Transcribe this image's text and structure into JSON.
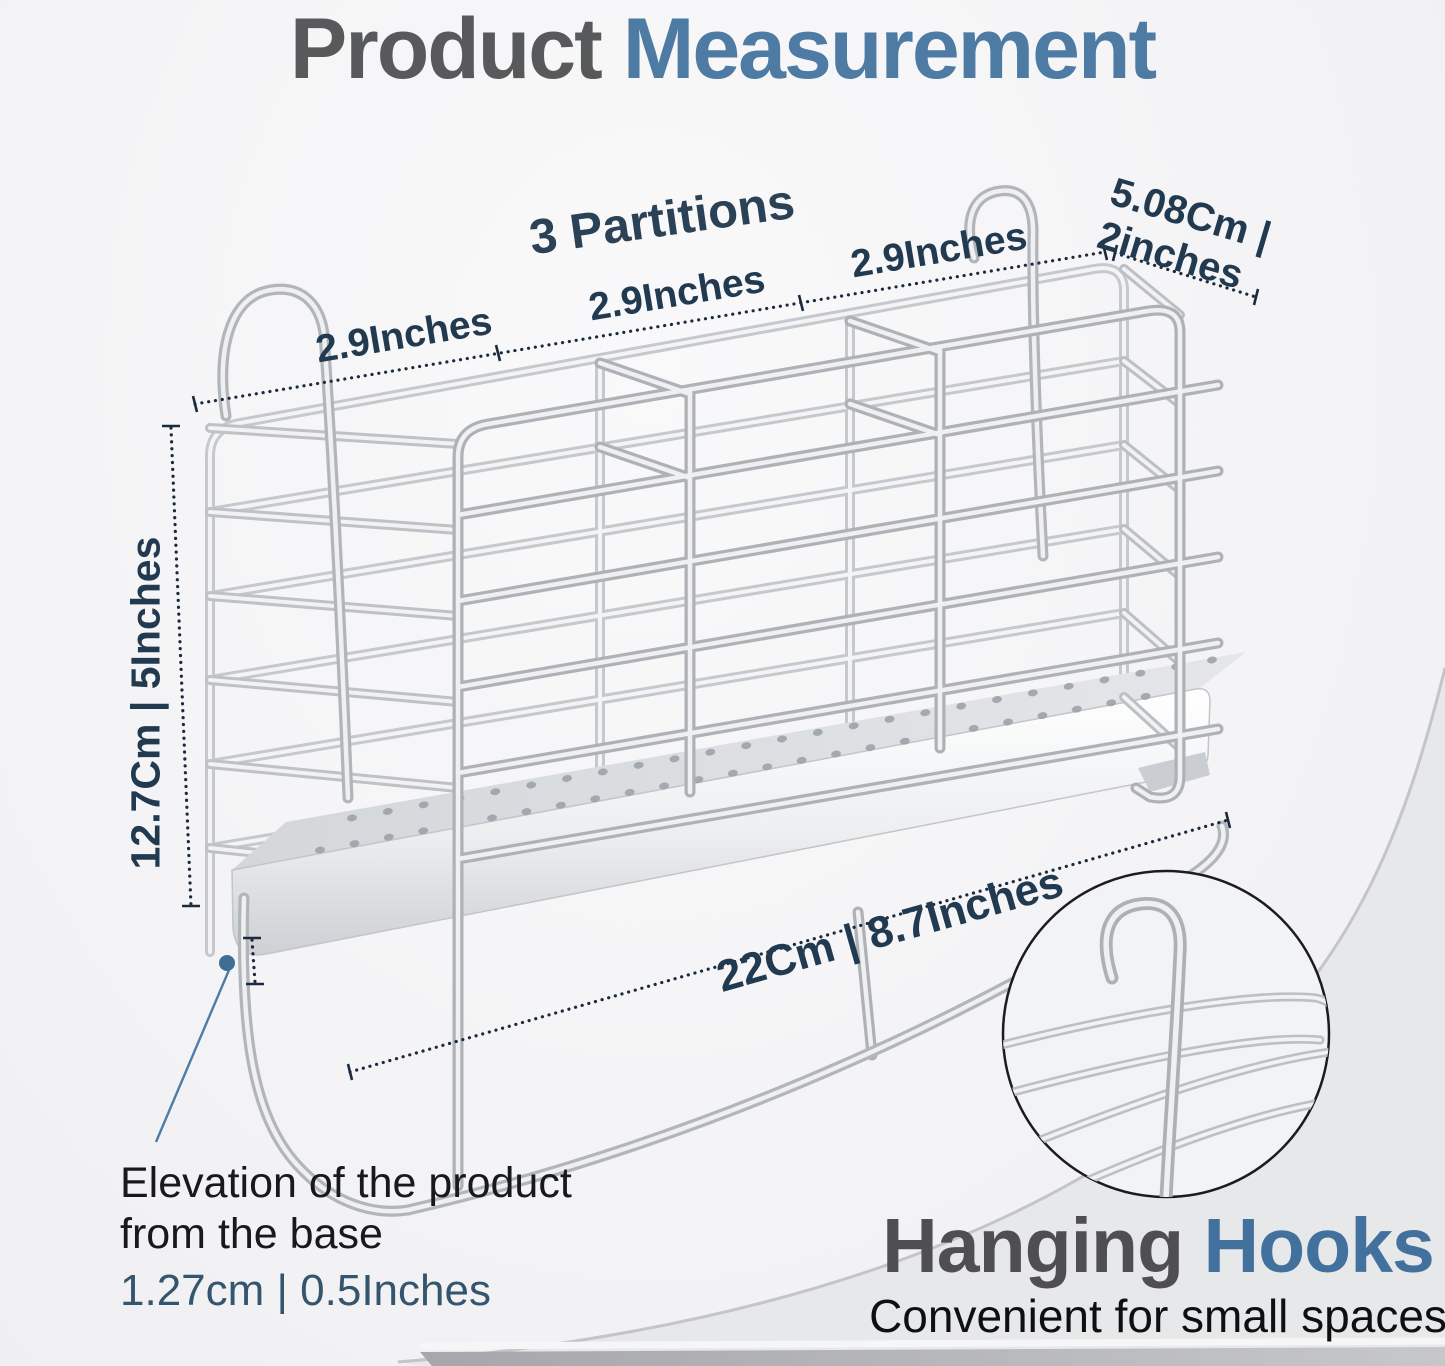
{
  "title": {
    "part1": "Product",
    "part2": "Measurement"
  },
  "partitions": {
    "label": "3 Partitions",
    "segment_labels": [
      "2.9Inches",
      "2.9Inches",
      "2.9Inches"
    ]
  },
  "dimensions": {
    "width": {
      "line1": "5.08Cm |",
      "line2": "2inches"
    },
    "height": "12.7Cm | 5Inches",
    "length": "22Cm | 8.7Inches",
    "elevation": {
      "desc_line1": "Elevation of the product",
      "desc_line2": "from the base",
      "value": "1.27cm | 0.5Inches"
    }
  },
  "inset": {
    "heading_part1": "Hanging",
    "heading_part2": "Hooks",
    "subheading": "Convenient for small spaces"
  },
  "colors": {
    "title_gray": "#58595b",
    "accent_blue": "#4d7ba4",
    "label_navy": "#223a50",
    "dim_line_navy": "#1b2b3d",
    "text_dark": "#17191e",
    "value_blue": "#33566e",
    "wire_silver": "#b2b6ba",
    "leader_blue": "#3f6e95",
    "swoosh_gray": "#e7e8ea"
  }
}
